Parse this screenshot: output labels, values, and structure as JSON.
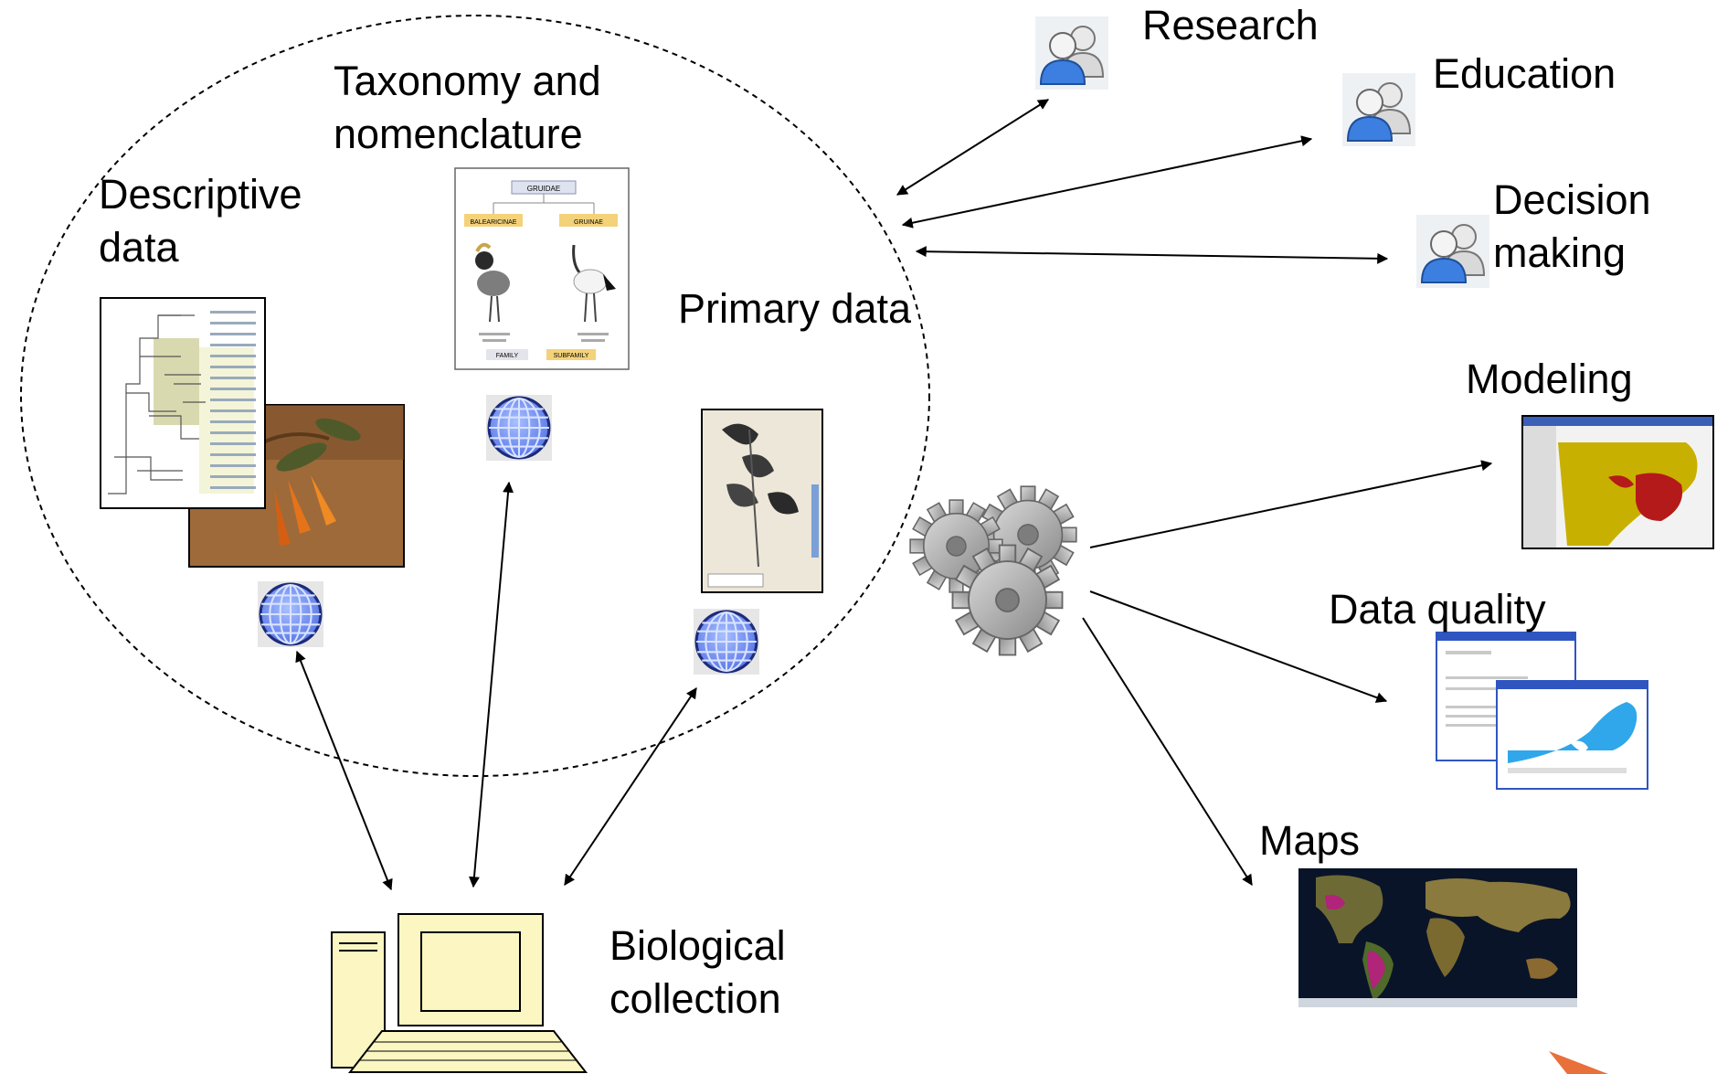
{
  "labels": {
    "research": "Research",
    "education": "Education",
    "decision_making": "Decision\nmaking",
    "taxonomy": "Taxonomy and\nnomenclature",
    "descriptive": "Descriptive\ndata",
    "primary": "Primary data",
    "modeling": "Modeling",
    "data_quality": "Data quality",
    "maps": "Maps",
    "biological_collection": "Biological\ncollection"
  },
  "taxonomy_chart": {
    "root": "GRUIDAE",
    "left": "BALEARICINAE",
    "right": "GRUINAE",
    "footer_left": "FAMILY",
    "footer_right": "SUBFAMILY"
  },
  "colors": {
    "globe": "#7a9cff",
    "computer": "#fbf6c2",
    "gear": "#b5b5b5",
    "people_front": "#3c7fe0",
    "map_green": "#c8b000",
    "map_red": "#b51a1a",
    "water": "#2fa7ea",
    "accent": "#e8703a"
  },
  "icons": [
    "people-icon",
    "globe-icon",
    "gears-icon",
    "computer-icon"
  ]
}
